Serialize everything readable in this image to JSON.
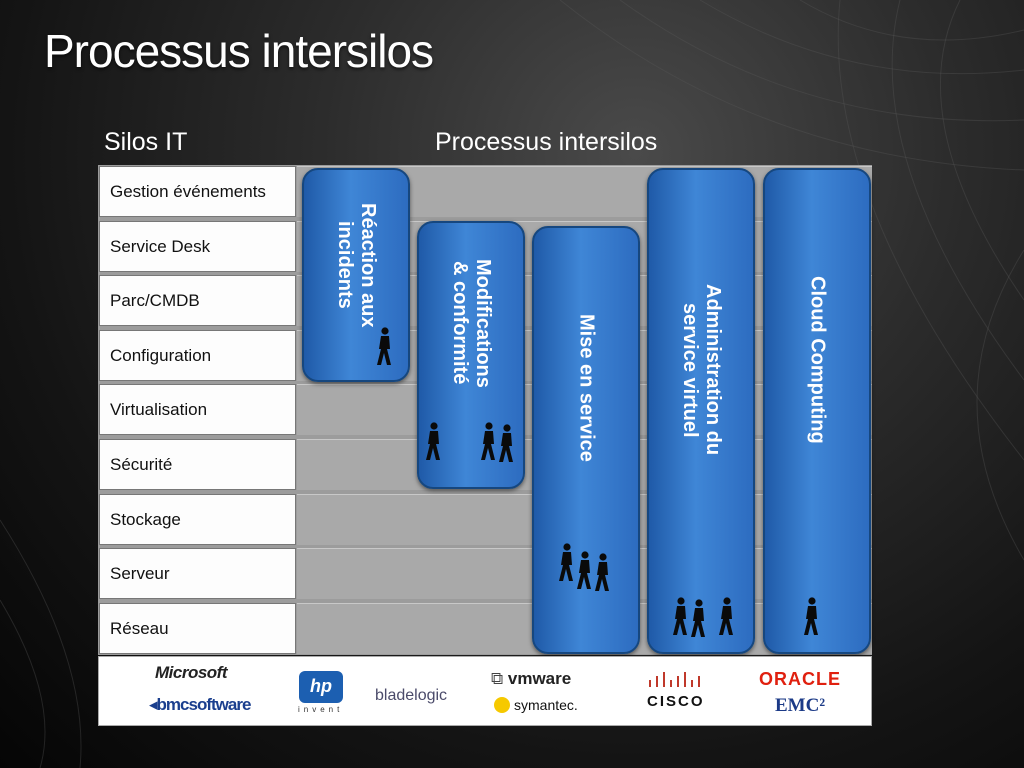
{
  "title": "Processus intersilos",
  "headers": {
    "silos": "Silos IT",
    "processes": "Processus intersilos"
  },
  "silos": [
    "Gestion événements",
    "Service Desk",
    "Parc/CMDB",
    "Configuration",
    "Virtualisation",
    "Sécurité",
    "Stockage",
    "Serveur",
    "Réseau"
  ],
  "processes": [
    {
      "label": "Réaction aux\nincidents",
      "people": 1
    },
    {
      "label": "Modifications\n& conformité",
      "people": 3
    },
    {
      "label": "Mise en service",
      "people": 3
    },
    {
      "label": "Administration du\nservice virtuel",
      "people": 3
    },
    {
      "label": "Cloud Computing",
      "people": 1
    }
  ],
  "vendors": {
    "microsoft": "Microsoft",
    "bmc": "bmcsoftware",
    "hp": "hp",
    "hp_tagline": "invent",
    "bladelogic": "bladelogic",
    "vmware": "vmware",
    "symantec": "symantec.",
    "cisco": "CISCO",
    "oracle": "ORACLE",
    "emc": "EMC²"
  },
  "colors": {
    "process_blue": "#2d6cc0",
    "grid_gray": "#a9a9a9",
    "oracle_red": "#e0200f",
    "emc_blue": "#1b3a87"
  }
}
